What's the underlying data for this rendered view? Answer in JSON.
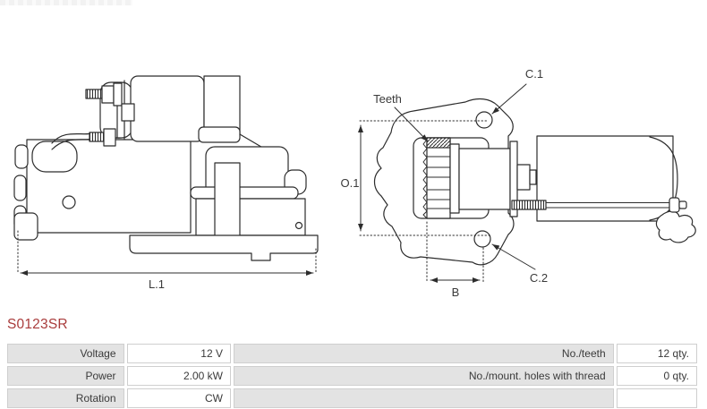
{
  "part_number": "S0123SR",
  "colors": {
    "part_number_red": "#a93c3c",
    "table_label_bg": "#e3e3e3",
    "table_border": "#cfcfcf",
    "drawing_line": "#2c2c2c"
  },
  "diagram": {
    "left_view": {
      "dim_length_label": "L.1"
    },
    "right_view": {
      "teeth_label": "Teeth",
      "dim_c1_label": "C.1",
      "dim_c2_label": "C.2",
      "dim_o1_label": "O.1",
      "dim_b_label": "B"
    }
  },
  "spec_table": {
    "rows": [
      {
        "label_left": "Voltage",
        "value_left": "12 V",
        "label_right": "No./teeth",
        "value_right": "12 qty."
      },
      {
        "label_left": "Power",
        "value_left": "2.00 kW",
        "label_right": "No./mount. holes with thread",
        "value_right": "0 qty."
      },
      {
        "label_left": "Rotation",
        "value_left": "CW",
        "label_right": "",
        "value_right": ""
      }
    ]
  }
}
